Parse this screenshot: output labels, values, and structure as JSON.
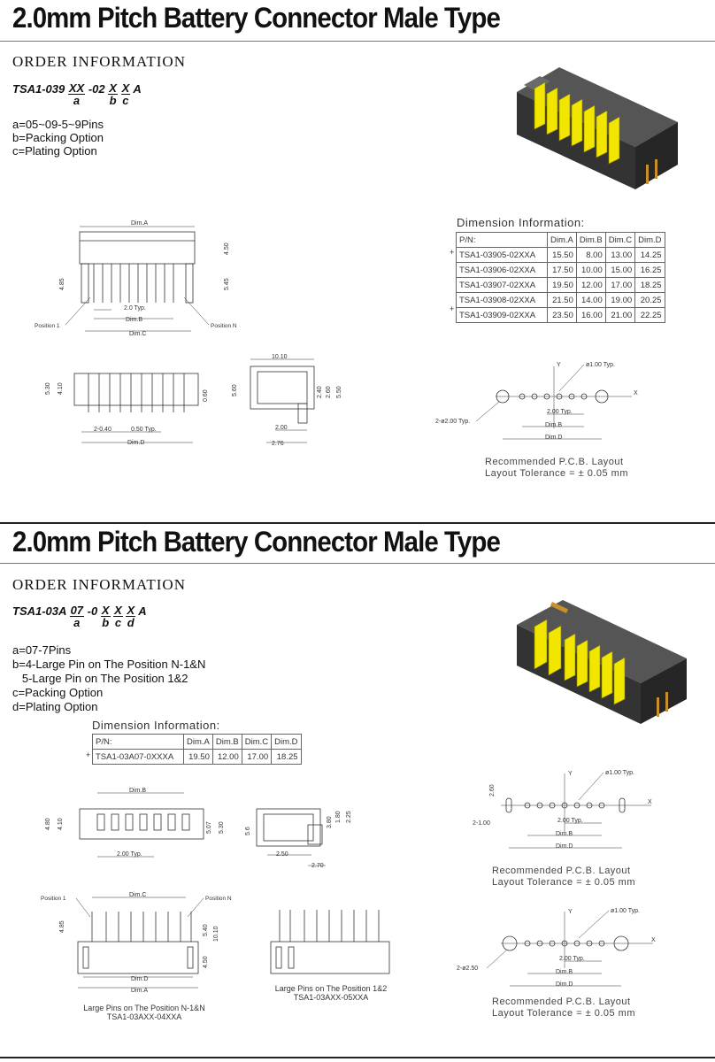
{
  "section1": {
    "title": "2.0mm Pitch Battery Connector Male Type",
    "order_heading": "ORDER INFORMATION",
    "pn": {
      "prefix": "TSA1-039",
      "a_top": "XX",
      "a_bot": "a",
      "mid": "-02",
      "b_top": "X",
      "b_bot": "b",
      "c_top": "X",
      "c_bot": "c",
      "suffix": "A"
    },
    "desc": [
      "a=05~09-5~9Pins",
      "b=Packing Option",
      "c=Plating Option"
    ],
    "dim_caption": "Dimension Information:",
    "dim_headers": [
      "P/N:",
      "Dim.A",
      "Dim.B",
      "Dim.C",
      "Dim.D"
    ],
    "dim_rows": [
      {
        "mark": "+",
        "pn": "TSA1-03905-02XXA",
        "a": "15.50",
        "b": "8.00",
        "c": "13.00",
        "d": "14.25"
      },
      {
        "mark": "",
        "pn": "TSA1-03906-02XXA",
        "a": "17.50",
        "b": "10.00",
        "c": "15.00",
        "d": "16.25"
      },
      {
        "mark": "",
        "pn": "TSA1-03907-02XXA",
        "a": "19.50",
        "b": "12.00",
        "c": "17.00",
        "d": "18.25"
      },
      {
        "mark": "",
        "pn": "TSA1-03908-02XXA",
        "a": "21.50",
        "b": "14.00",
        "c": "19.00",
        "d": "20.25"
      },
      {
        "mark": "+",
        "pn": "TSA1-03909-02XXA",
        "a": "23.50",
        "b": "16.00",
        "c": "21.00",
        "d": "22.25"
      }
    ],
    "pcb_note": [
      "Recommended   P.C.B.  Layout",
      "Layout Tolerance  =  ±  0.05  mm"
    ],
    "drawing_labels": {
      "dim_a": "Dim.A",
      "dim_b": "Dim.B",
      "dim_c": "Dim.C",
      "dim_d": "Dim.D",
      "pitch": "2.0 Typ.",
      "pitch2": "2.00 Typ.",
      "pos1": "Position 1",
      "posn": "Position N",
      "v450": "4.50",
      "v485": "4.85",
      "v545": "5.45",
      "v530": "5.30",
      "v410": "4.10",
      "v060": "0.60",
      "v2_040": "2-0.40",
      "v050": "0.50 Typ.",
      "v1010": "10.10",
      "v560": "5.60",
      "v240": "2.40",
      "v260": "2.60",
      "v550": "5.50",
      "v200": "2.00",
      "v276": "2.76",
      "hole": "ø1.00 Typ.",
      "hole2": "2-ø2.00 Typ.",
      "x": "X",
      "y": "Y"
    }
  },
  "section2": {
    "title": "2.0mm Pitch Battery Connector Male Type",
    "order_heading": "ORDER INFORMATION",
    "pn": {
      "prefix": "TSA1-03A",
      "a_top": "07",
      "a_bot": "a",
      "mid": "-0",
      "b_top": "X",
      "b_bot": "b",
      "c_top": "X",
      "c_bot": "c",
      "d_top": "X",
      "d_bot": "d",
      "suffix": "A"
    },
    "desc": [
      "a=07-7Pins",
      "b=4-Large Pin on The Position N-1&N",
      "   5-Large Pin on The Position 1&2",
      "c=Packing Option",
      "d=Plating Option"
    ],
    "dim_caption": "Dimension Information:",
    "dim_headers": [
      "P/N:",
      "Dim.A",
      "Dim.B",
      "Dim.C",
      "Dim.D"
    ],
    "dim_rows": [
      {
        "mark": "+",
        "pn": "TSA1-03A07-0XXXA",
        "a": "19.50",
        "b": "12.00",
        "c": "17.00",
        "d": "18.25"
      }
    ],
    "pcb_note_1": [
      "Recommended   P.C.B.  Layout",
      "Layout Tolerance  =  ±  0.05  mm"
    ],
    "pcb_note_2": [
      "Recommended   P.C.B.  Layout",
      "Layout Tolerance  =  ±  0.05  mm"
    ],
    "caption_left": [
      "Large Pins on The Position N-1&N",
      "TSA1-03AXX-04XXA"
    ],
    "caption_right": [
      "Large Pins on The Position 1&2",
      "TSA1-03AXX-05XXA"
    ],
    "drawing_labels": {
      "dim_a": "Dim.A",
      "dim_b": "Dim.B",
      "dim_c": "Dim.C",
      "dim_d": "Dim.D",
      "pitch": "2.00 Typ.",
      "pos1": "Position 1",
      "posn": "Position N",
      "v480": "4.80",
      "v410": "4.10",
      "v507": "5.07",
      "v530": "5.30",
      "v56": "5.6",
      "v380": "3.80",
      "v180": "1.80",
      "v225": "2.25",
      "v250": "2.50",
      "v270": "2.70",
      "v260": "2.60",
      "v2_100": "2-1.00",
      "v485": "4.85",
      "v540": "5.40",
      "v1010": "10.10",
      "v450": "4.50",
      "hole": "ø1.00 Typ.",
      "hole2": "2-ø2.50",
      "x": "X",
      "y": "Y"
    }
  },
  "colors": {
    "pin_yellow": "#f2e600",
    "housing": "#3a3a3a",
    "gold": "#c8902a"
  }
}
